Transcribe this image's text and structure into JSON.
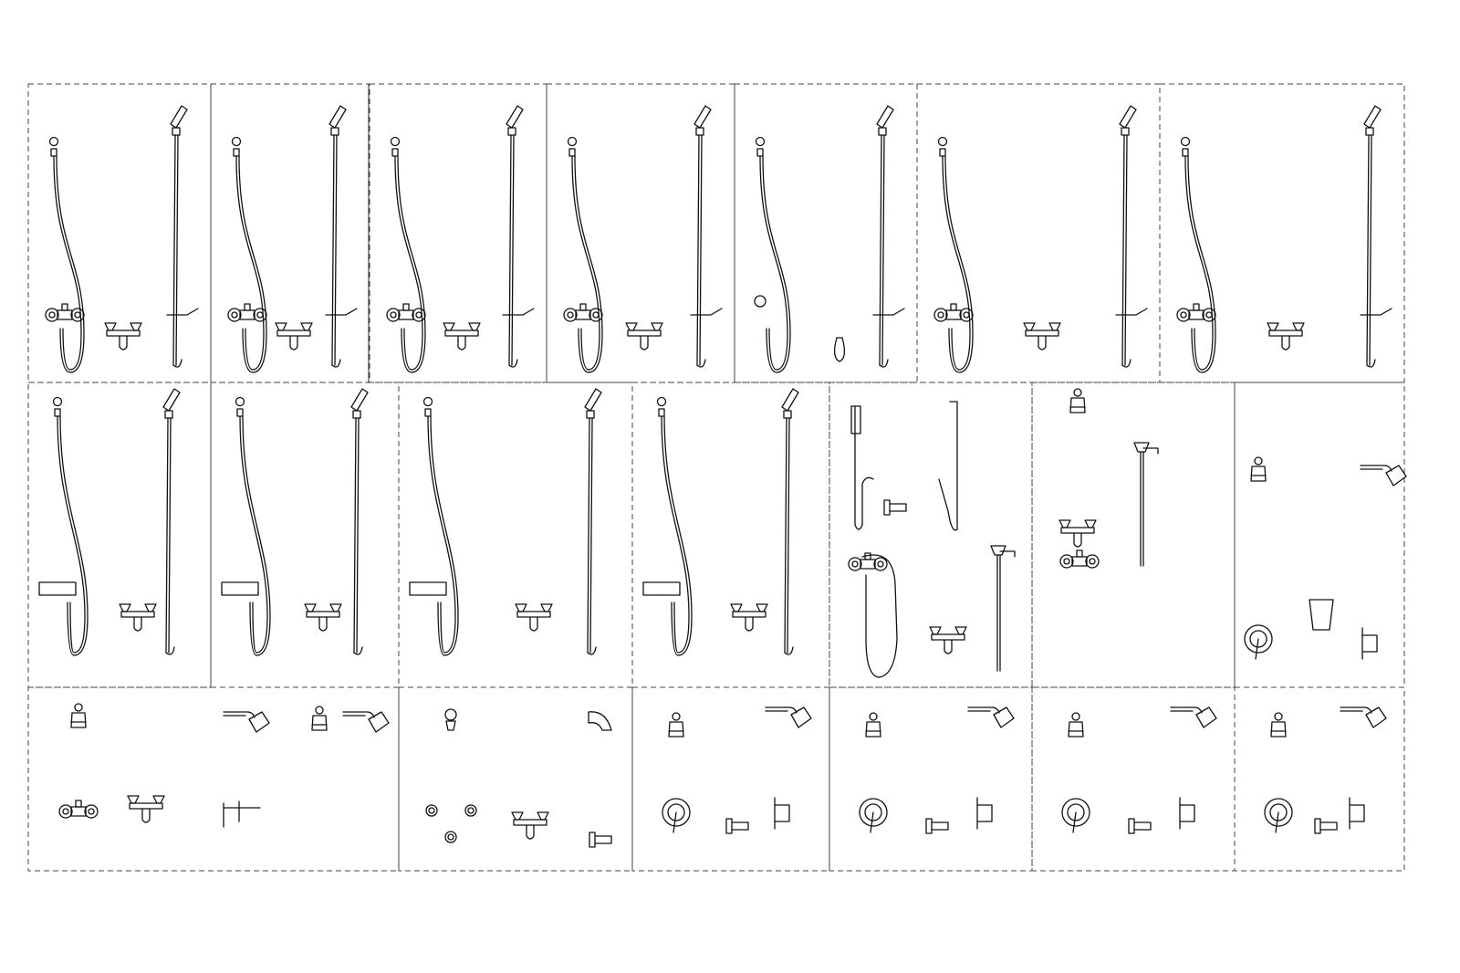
{
  "sheet": {
    "kind": "shower and faucet fixture symbol library",
    "line_color": "#111111",
    "frame_color": "#444444",
    "background": "#ffffff",
    "text_labels": []
  },
  "rows": [
    {
      "name": "row-1-shower-sets",
      "cells": [
        {
          "name": "cell-r1-c1",
          "items": [
            "slide-bar-shower-icon",
            "wall-mixer-icon",
            "deck-mixer-icon",
            "slide-bar-shower-icon"
          ]
        },
        {
          "name": "cell-r1-c2",
          "items": [
            "slide-bar-shower-icon",
            "deck-mixer-icon",
            "wall-mixer-icon",
            "gooseneck-shower-icon"
          ]
        },
        {
          "name": "cell-r1-c3",
          "items": [
            "slide-bar-shower-icon",
            "wall-mixer-icon",
            "deck-mixer-icon",
            "slide-bar-shower-icon"
          ]
        },
        {
          "name": "cell-r1-c4",
          "items": [
            "slide-bar-shower-icon",
            "thermostatic-mixer-icon",
            "deck-mixer-icon",
            "slide-bar-shower-icon"
          ]
        },
        {
          "name": "cell-r1-c5",
          "items": [
            "slide-bar-shower-icon",
            "wall-outlet-icon",
            "vase-spout-icon",
            "slide-bar-shower-icon"
          ]
        },
        {
          "name": "cell-r1-c6",
          "items": [
            "slide-bar-shower-icon",
            "wall-mixer-icon",
            "deck-mixer-icon",
            "slide-bar-shower-icon"
          ]
        },
        {
          "name": "cell-r1-c7",
          "items": [
            "slide-bar-shower-icon",
            "wall-mixer-icon",
            "deck-mixer-icon",
            "slide-bar-shower-icon"
          ]
        }
      ]
    },
    {
      "name": "row-2-shower-sets",
      "cells": [
        {
          "name": "cell-r2-c1",
          "items": [
            "slide-bar-shower-icon",
            "bar-mixer-icon",
            "deck-mixer-icon",
            "slide-bar-shower-icon"
          ]
        },
        {
          "name": "cell-r2-c2",
          "items": [
            "slide-bar-shower-icon",
            "bar-mixer-icon",
            "deck-mixer-icon",
            "slide-bar-shower-icon"
          ]
        },
        {
          "name": "cell-r2-c3",
          "items": [
            "slide-bar-shower-icon",
            "wall-mixer-icon",
            "deck-mixer-icon",
            "slide-bar-shower-icon"
          ]
        },
        {
          "name": "cell-r2-c4",
          "items": [
            "slide-bar-shower-icon",
            "wall-mixer-icon",
            "deck-mixer-icon",
            "slide-bar-shower-icon"
          ]
        },
        {
          "name": "cell-r2-c5",
          "items": [
            "bidet-spray-icon",
            "bidet-spray-icon",
            "spout-icon",
            "bath-set-icon",
            "deck-mixer-icon",
            "riser-rail-icon"
          ]
        },
        {
          "name": "cell-r2-c6",
          "items": [
            "fixed-head-icon",
            "riser-rail-icon",
            "deck-mixer-icon",
            "wall-mixer-icon"
          ]
        },
        {
          "name": "cell-r2-c7",
          "items": [
            "fixed-head-icon",
            "arm-head-icon",
            "concealed-valve-icon",
            "wall-spout-icon",
            "side-valve-icon"
          ]
        }
      ]
    },
    {
      "name": "row-3-components",
      "cells": [
        {
          "name": "cell-r3-c1",
          "items": [
            "fixed-head-icon",
            "arm-head-icon",
            "fixed-head-icon",
            "arm-head-icon",
            "wall-mixer-icon",
            "deck-mixer-icon",
            "angle-valve-icon"
          ]
        },
        {
          "name": "cell-r3-c2",
          "items": [
            "fixed-head-icon",
            "arm-head-icon",
            "valve-knob-icon",
            "valve-knob-icon",
            "valve-knob-icon",
            "deck-mixer-icon",
            "wall-spout-icon"
          ]
        },
        {
          "name": "cell-r3-c3",
          "items": [
            "fixed-head-icon",
            "arm-head-icon",
            "concealed-valve-icon",
            "wall-spout-icon",
            "side-valve-icon"
          ]
        },
        {
          "name": "cell-r3-c4",
          "items": [
            "fixed-head-icon",
            "arm-head-icon",
            "concealed-valve-icon",
            "wall-spout-icon",
            "side-valve-icon"
          ]
        },
        {
          "name": "cell-r3-c5",
          "items": [
            "fixed-head-icon",
            "arm-head-icon",
            "concealed-valve-icon",
            "wall-spout-icon",
            "side-valve-icon"
          ]
        },
        {
          "name": "cell-r3-c6",
          "items": [
            "fixed-head-icon",
            "arm-head-icon",
            "concealed-valve-icon",
            "wall-spout-icon",
            "side-valve-icon"
          ]
        }
      ]
    }
  ]
}
